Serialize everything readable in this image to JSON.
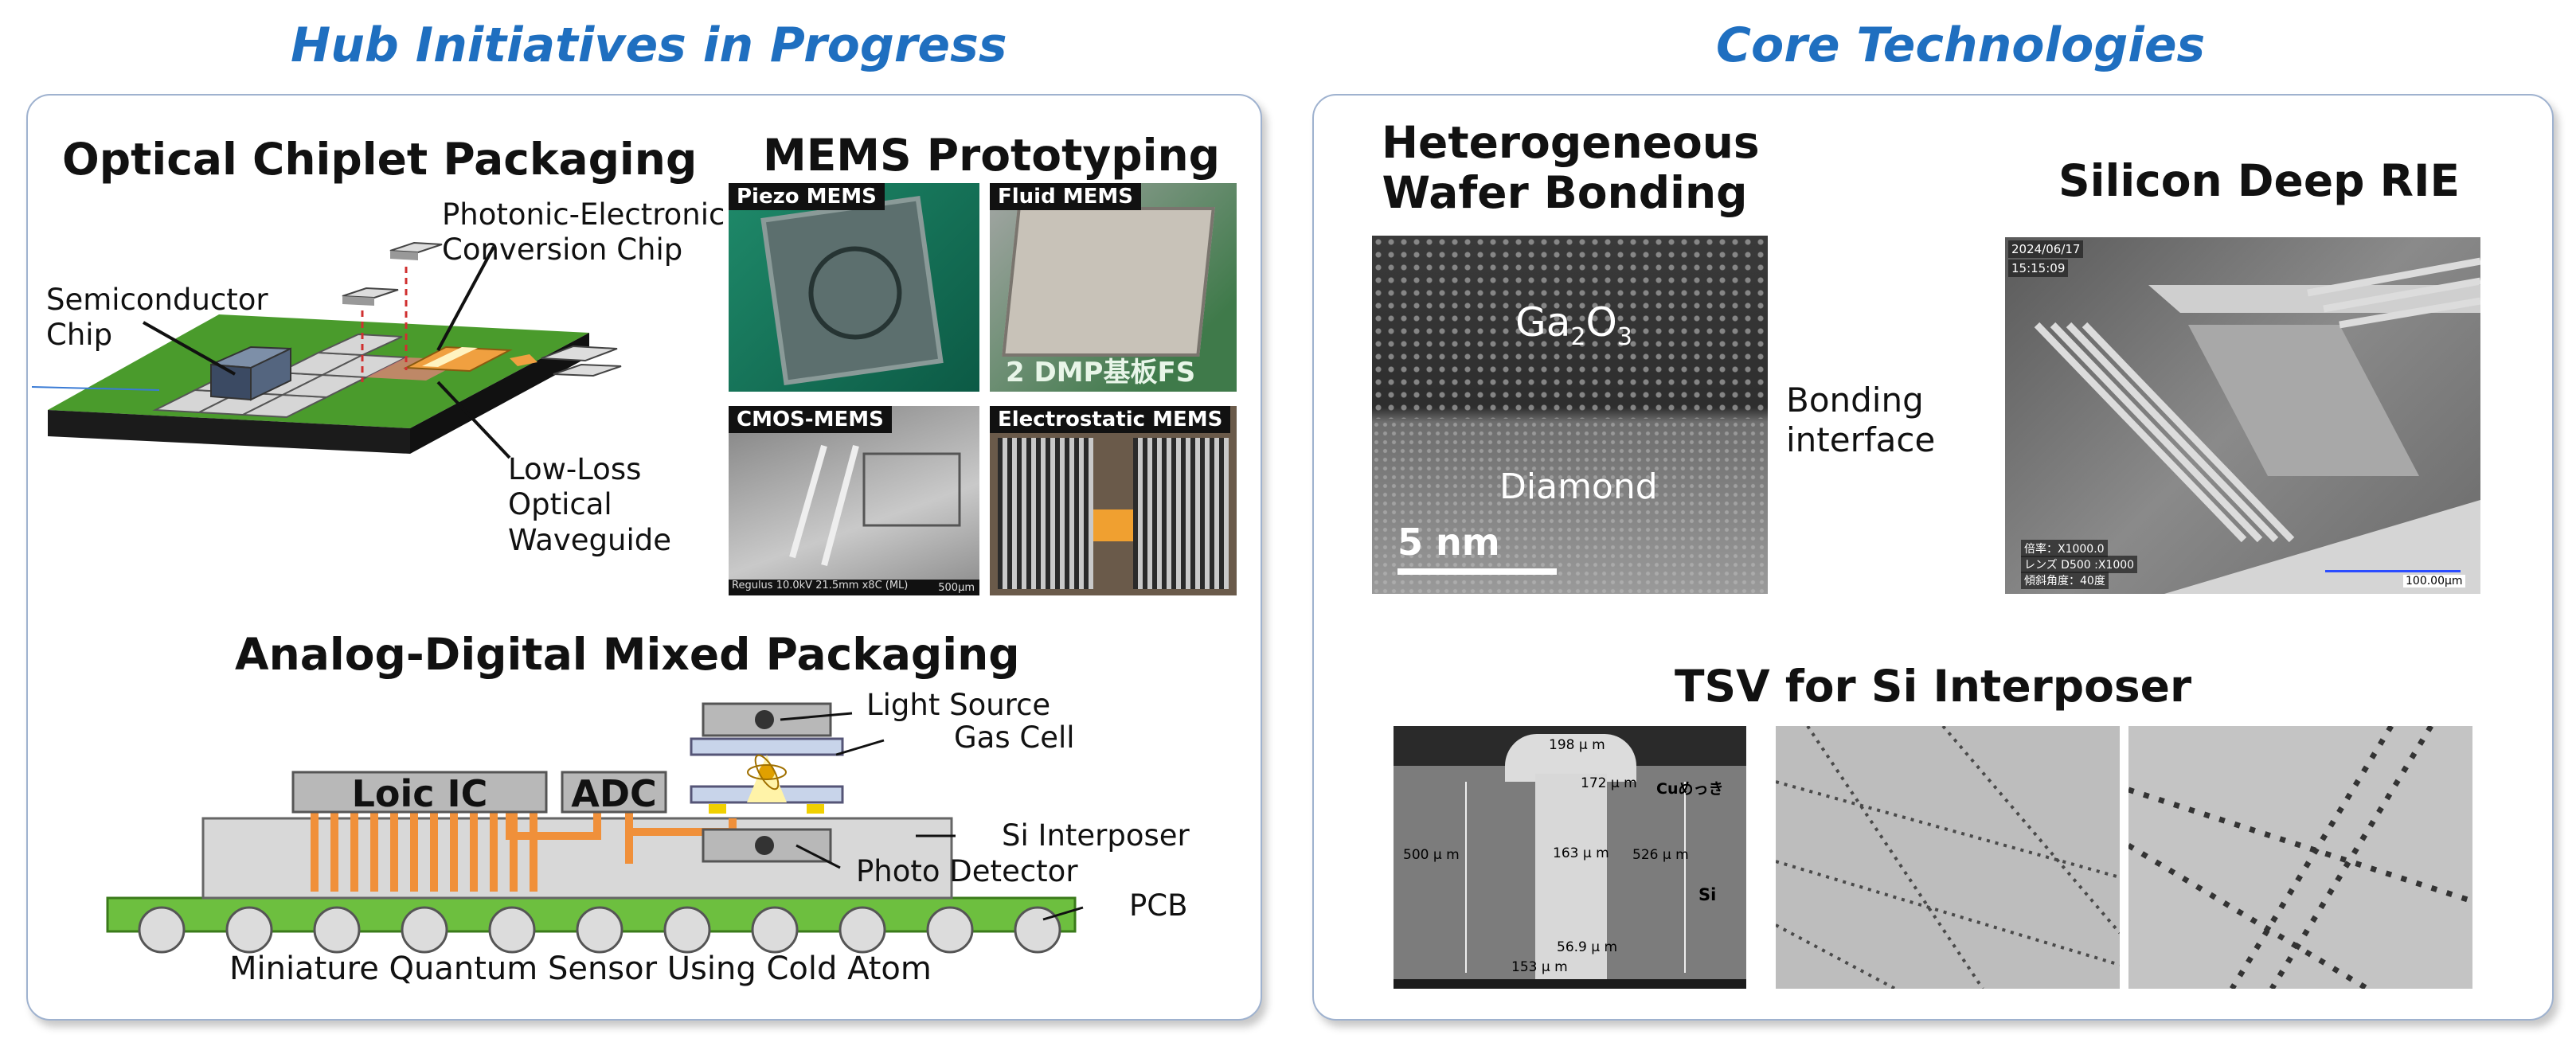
{
  "left_section": {
    "title": "Hub Initiatives in Progress",
    "optical": {
      "title": "Optical Chiplet Packaging",
      "label_chip": "Photonic-Electronic\nConversion Chip",
      "label_semiconductor": "Semiconductor\nChip",
      "label_waveguide": "Low-Loss\nOptical\nWaveguide"
    },
    "mems": {
      "title": "MEMS Prototyping",
      "photos": [
        {
          "label": "Piezo MEMS"
        },
        {
          "label": "Fluid MEMS",
          "board_text": "2  DMP基板FS"
        },
        {
          "label": "CMOS-MEMS",
          "caption": "Regulus 10.0kV 21.5mm x8C (ML)",
          "scale": "500μm"
        },
        {
          "label": "Electrostatic MEMS"
        }
      ]
    },
    "analog": {
      "title": "Analog-Digital Mixed Packaging",
      "logic_ic": "Loic IC",
      "adc": "ADC",
      "light_source": "Light Source",
      "gas_cell": "Gas Cell",
      "si_interposer": "Si Interposer",
      "photo_detector": "Photo Detector",
      "pcb": "PCB",
      "caption": "Miniature Quantum Sensor Using Cold Atom"
    }
  },
  "right_section": {
    "title": "Core Technologies",
    "bonding": {
      "title": "Heterogeneous\nWafer Bonding",
      "ga2o3_main": "Ga",
      "ga2o3_sub1": "2",
      "ga2o3_o": "O",
      "ga2o3_sub2": "3",
      "diamond": "Diamond",
      "scale": "5 nm",
      "interface_label": "Bonding\ninterface"
    },
    "rie": {
      "title": "Silicon Deep RIE",
      "date": "2024/06/17",
      "time": "15:15:09",
      "info1": "倍率：X1000.0",
      "info2": "レンズ D500 :X1000",
      "info3": "傾斜角度：40度",
      "scale": "100.00μm"
    },
    "tsv": {
      "title": "TSV for Si Interposer",
      "m_top": "198 μ m",
      "m_172": "172 μ m",
      "m_500": "500 μ m",
      "m_163": "163 μ m",
      "m_526": "526 μ m",
      "m_569": "56.9 μ m",
      "m_153": "153 μ m",
      "cu": "Cuめっき",
      "si": "Si"
    }
  },
  "colors": {
    "title_blue": "#1f6fc0",
    "panel_border": "#9fb2cf",
    "pcb_green": "#6dbf3f",
    "copper": "#f0903a"
  }
}
